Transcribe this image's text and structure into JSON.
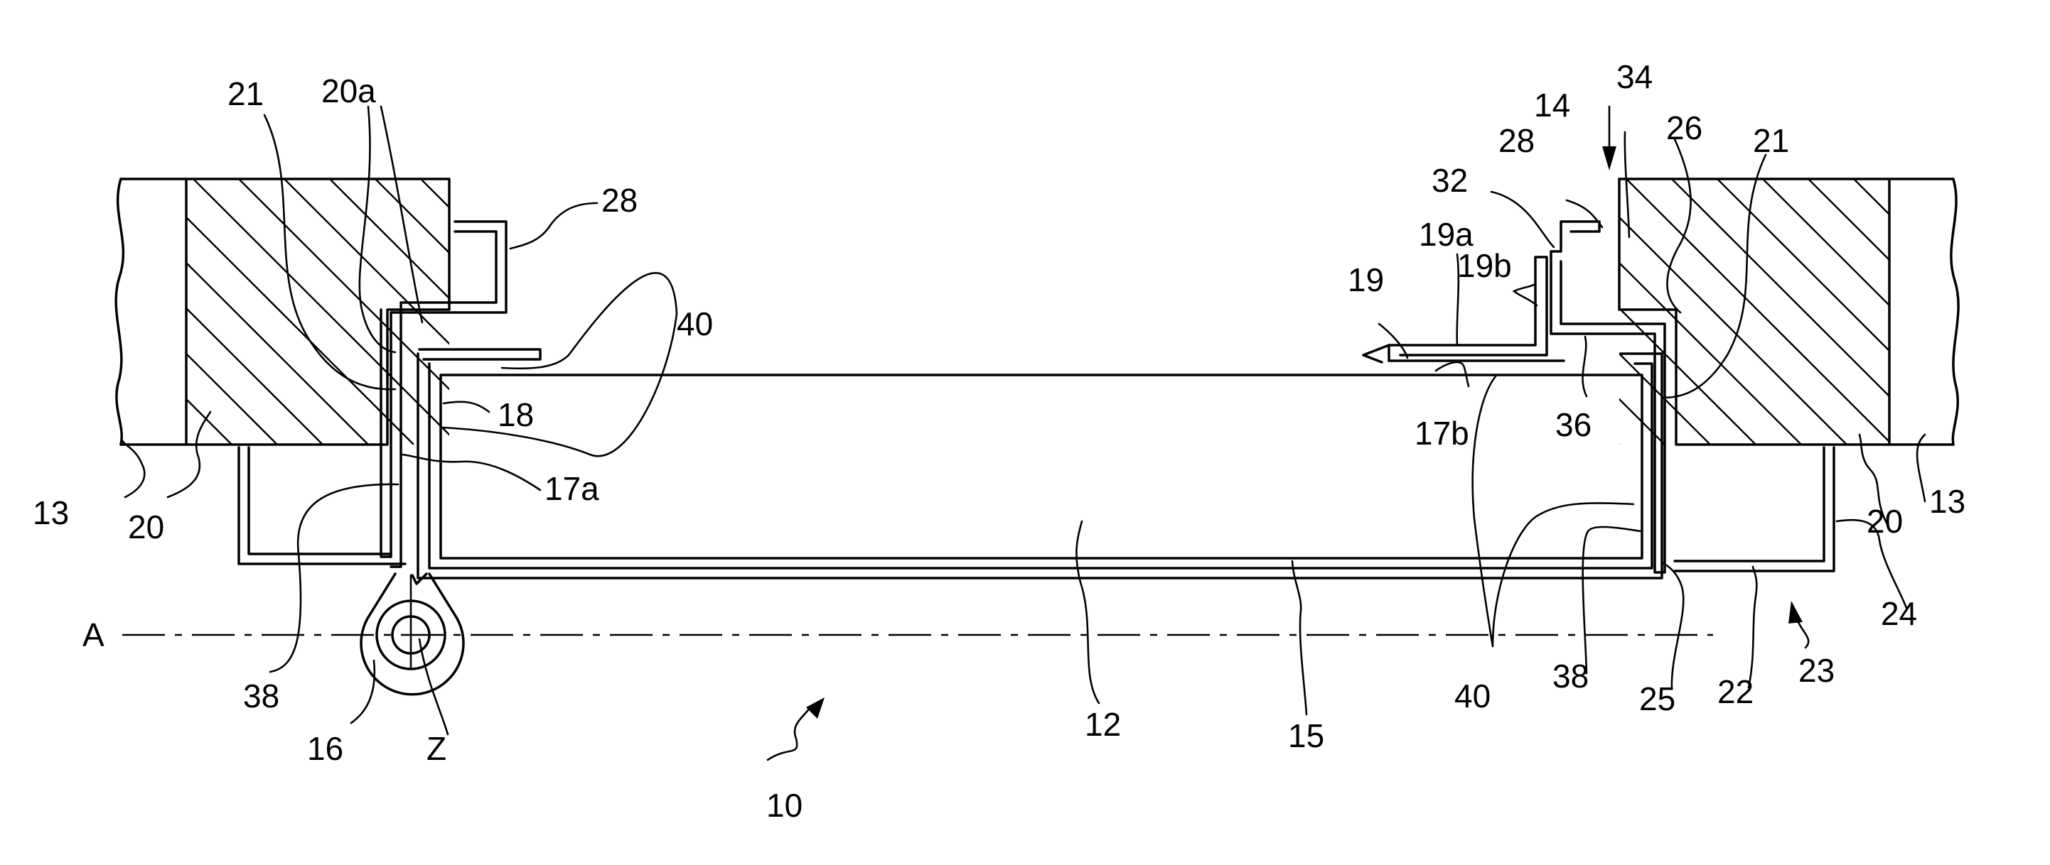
{
  "figure": {
    "axis_label": "A",
    "labels": {
      "l21_left": "21",
      "l20a": "20a",
      "l28_left": "28",
      "l40_top": "40",
      "l18": "18",
      "l17a": "17a",
      "l13_left": "13",
      "l20_left": "20",
      "l38_left": "38",
      "l16": "16",
      "lZ": "Z",
      "l10": "10",
      "l12": "12",
      "l15": "15",
      "l34": "34",
      "l14": "14",
      "l28_right": "28",
      "l26": "26",
      "l21_right": "21",
      "l32": "32",
      "l19a": "19a",
      "l19b": "19b",
      "l19": "19",
      "l17b": "17b",
      "l36": "36",
      "l40_bottom": "40",
      "l38_right": "38",
      "l25": "25",
      "l22": "22",
      "l23": "23",
      "l24": "24",
      "l20_right": "20",
      "l13_right": "13"
    }
  }
}
